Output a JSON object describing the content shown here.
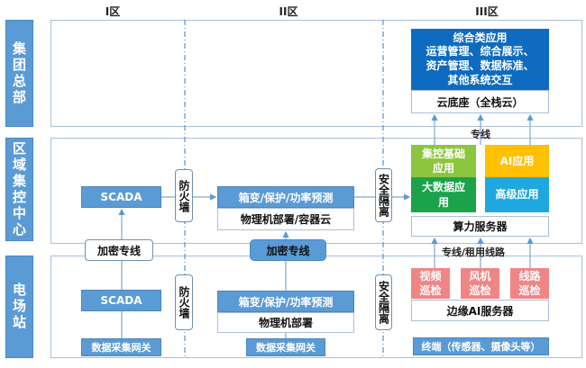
{
  "zones": [
    "I区",
    "II区",
    "III区"
  ],
  "levels": [
    "集团总部",
    "区域集控中心",
    "电场站"
  ],
  "hq": {
    "apps_title": "综合类应用",
    "apps_lines": [
      "运营管理、综合展示、",
      "资产管理、数据标准、",
      "其他系统交互"
    ],
    "cloud_base": "云底座（全栈云）"
  },
  "links": {
    "hq_regional": "专线",
    "regional_station": "专线/租用线路",
    "encrypted_left": "加密专线",
    "encrypted_mid": "加密专线"
  },
  "regional": {
    "scada": "SCADA",
    "firewall": "防火墙",
    "box_title": "箱变/保护/功率预测",
    "box_sub": "物理机部署/容器云",
    "isolation": "安全隔离",
    "tiles": [
      "集控基础应用",
      "AI应用",
      "大数据应用",
      "高级应用"
    ],
    "compute": "算力服务器"
  },
  "station": {
    "scada": "SCADA",
    "firewall": "防火墙",
    "box_title": "箱变/保护/功率预测",
    "box_sub": "物理机部署",
    "isolation": "安全隔离",
    "gateway1": "数据采集网关",
    "gateway2": "数据采集网关",
    "inspections": [
      "视频巡检",
      "风机巡检",
      "线路巡检"
    ],
    "edge_ai": "边缘AI服务器",
    "terminal": "终端（传感器、摄像头等）"
  },
  "colors": {
    "blue": "#5b9bd5",
    "dark_blue": "#0e6bbf",
    "light_green": "#8cc63f",
    "green": "#1aa34a",
    "orange": "#ffc000",
    "cyan": "#1fa8e0",
    "pink": "#f08585"
  }
}
